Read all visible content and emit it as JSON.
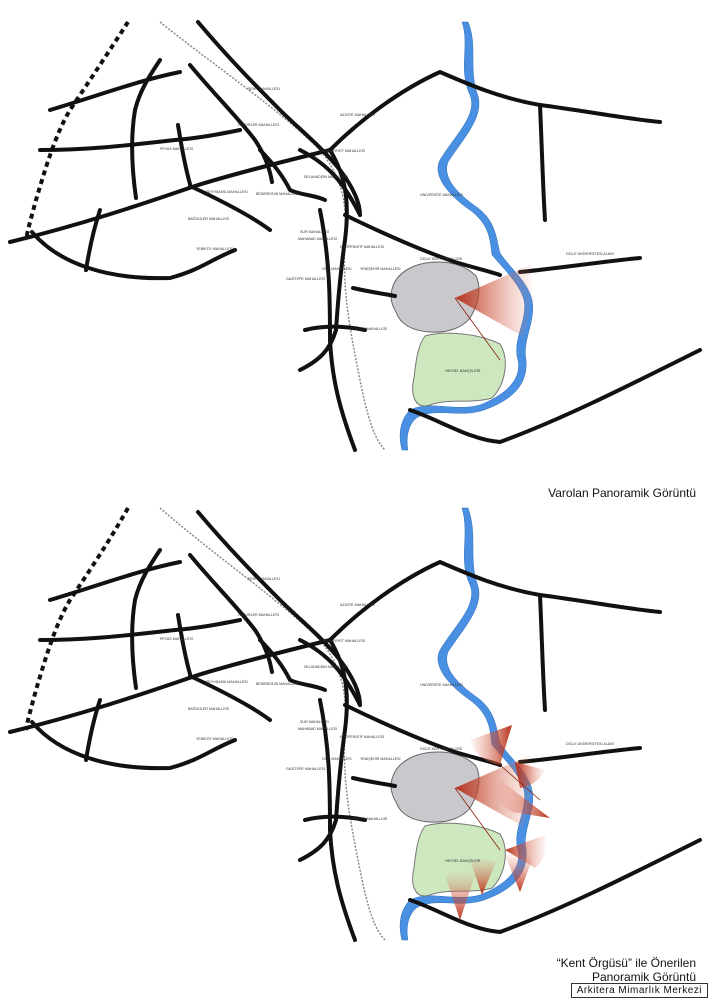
{
  "captions": {
    "current": "Varolan Panoramik Görüntü",
    "proposed_line1": "“Kent Örgüsü” ile Önerilen",
    "proposed_line2": "Panoramik Görüntü"
  },
  "credit": "Arkitera Mimarlık Merkezi",
  "map_labels": [
    {
      "id": "l1",
      "text": "ŞEHİT MAHALLESİ"
    },
    {
      "id": "l2",
      "text": "AZIZIYE MAHALLESİ"
    },
    {
      "id": "l3",
      "text": "HÜZÜRLER MAHALLESİ"
    },
    {
      "id": "l4",
      "text": "PEYAS MAHALLESİ"
    },
    {
      "id": "l5",
      "text": "CUMHURİYET MAHALLESİ"
    },
    {
      "id": "l6",
      "text": "SELAHADDİN MAHALLESİ"
    },
    {
      "id": "l7",
      "text": "ŞEYHŞAMİL MAHALLESİ"
    },
    {
      "id": "l8",
      "text": "BEDİREDDİN MAHALLESİ"
    },
    {
      "id": "l9",
      "text": "BAĞGÜLER MAHALLESİ"
    },
    {
      "id": "l10",
      "text": "KOOPERATİF MAHALLESİ"
    },
    {
      "id": "l11",
      "text": "ÜNİVERSİTE MAHALLESİ"
    },
    {
      "id": "l12",
      "text": "DİCLE ÜNİVERSİTESİ ALANI"
    },
    {
      "id": "l13",
      "text": "YENİŞEHİR MAHALLESİ"
    },
    {
      "id": "l14",
      "text": "HEVSEL BAHÇELERİ"
    },
    {
      "id": "l15",
      "text": "SUR MAHALLESİ"
    },
    {
      "id": "l16",
      "text": "YENİKÖY MAHALLESİ"
    },
    {
      "id": "l17",
      "text": "MAHABAD MAHALLESİ"
    },
    {
      "id": "l18",
      "text": "OFİS MAHALLESİ"
    },
    {
      "id": "l19",
      "text": "GAZİTEPE MAHALLESİ"
    },
    {
      "id": "l20",
      "text": "ŞEHİTLİK MAHALLESİ"
    },
    {
      "id": "l21",
      "text": "DİCLE KENT MAHALLESİ"
    }
  ],
  "colors": {
    "road": "#111111",
    "river": "#4a90e2",
    "old_city": "#c9c8cc",
    "gardens": "#cde8bf",
    "view_cone": "#c0361b",
    "rail": "#8a8a8a"
  }
}
